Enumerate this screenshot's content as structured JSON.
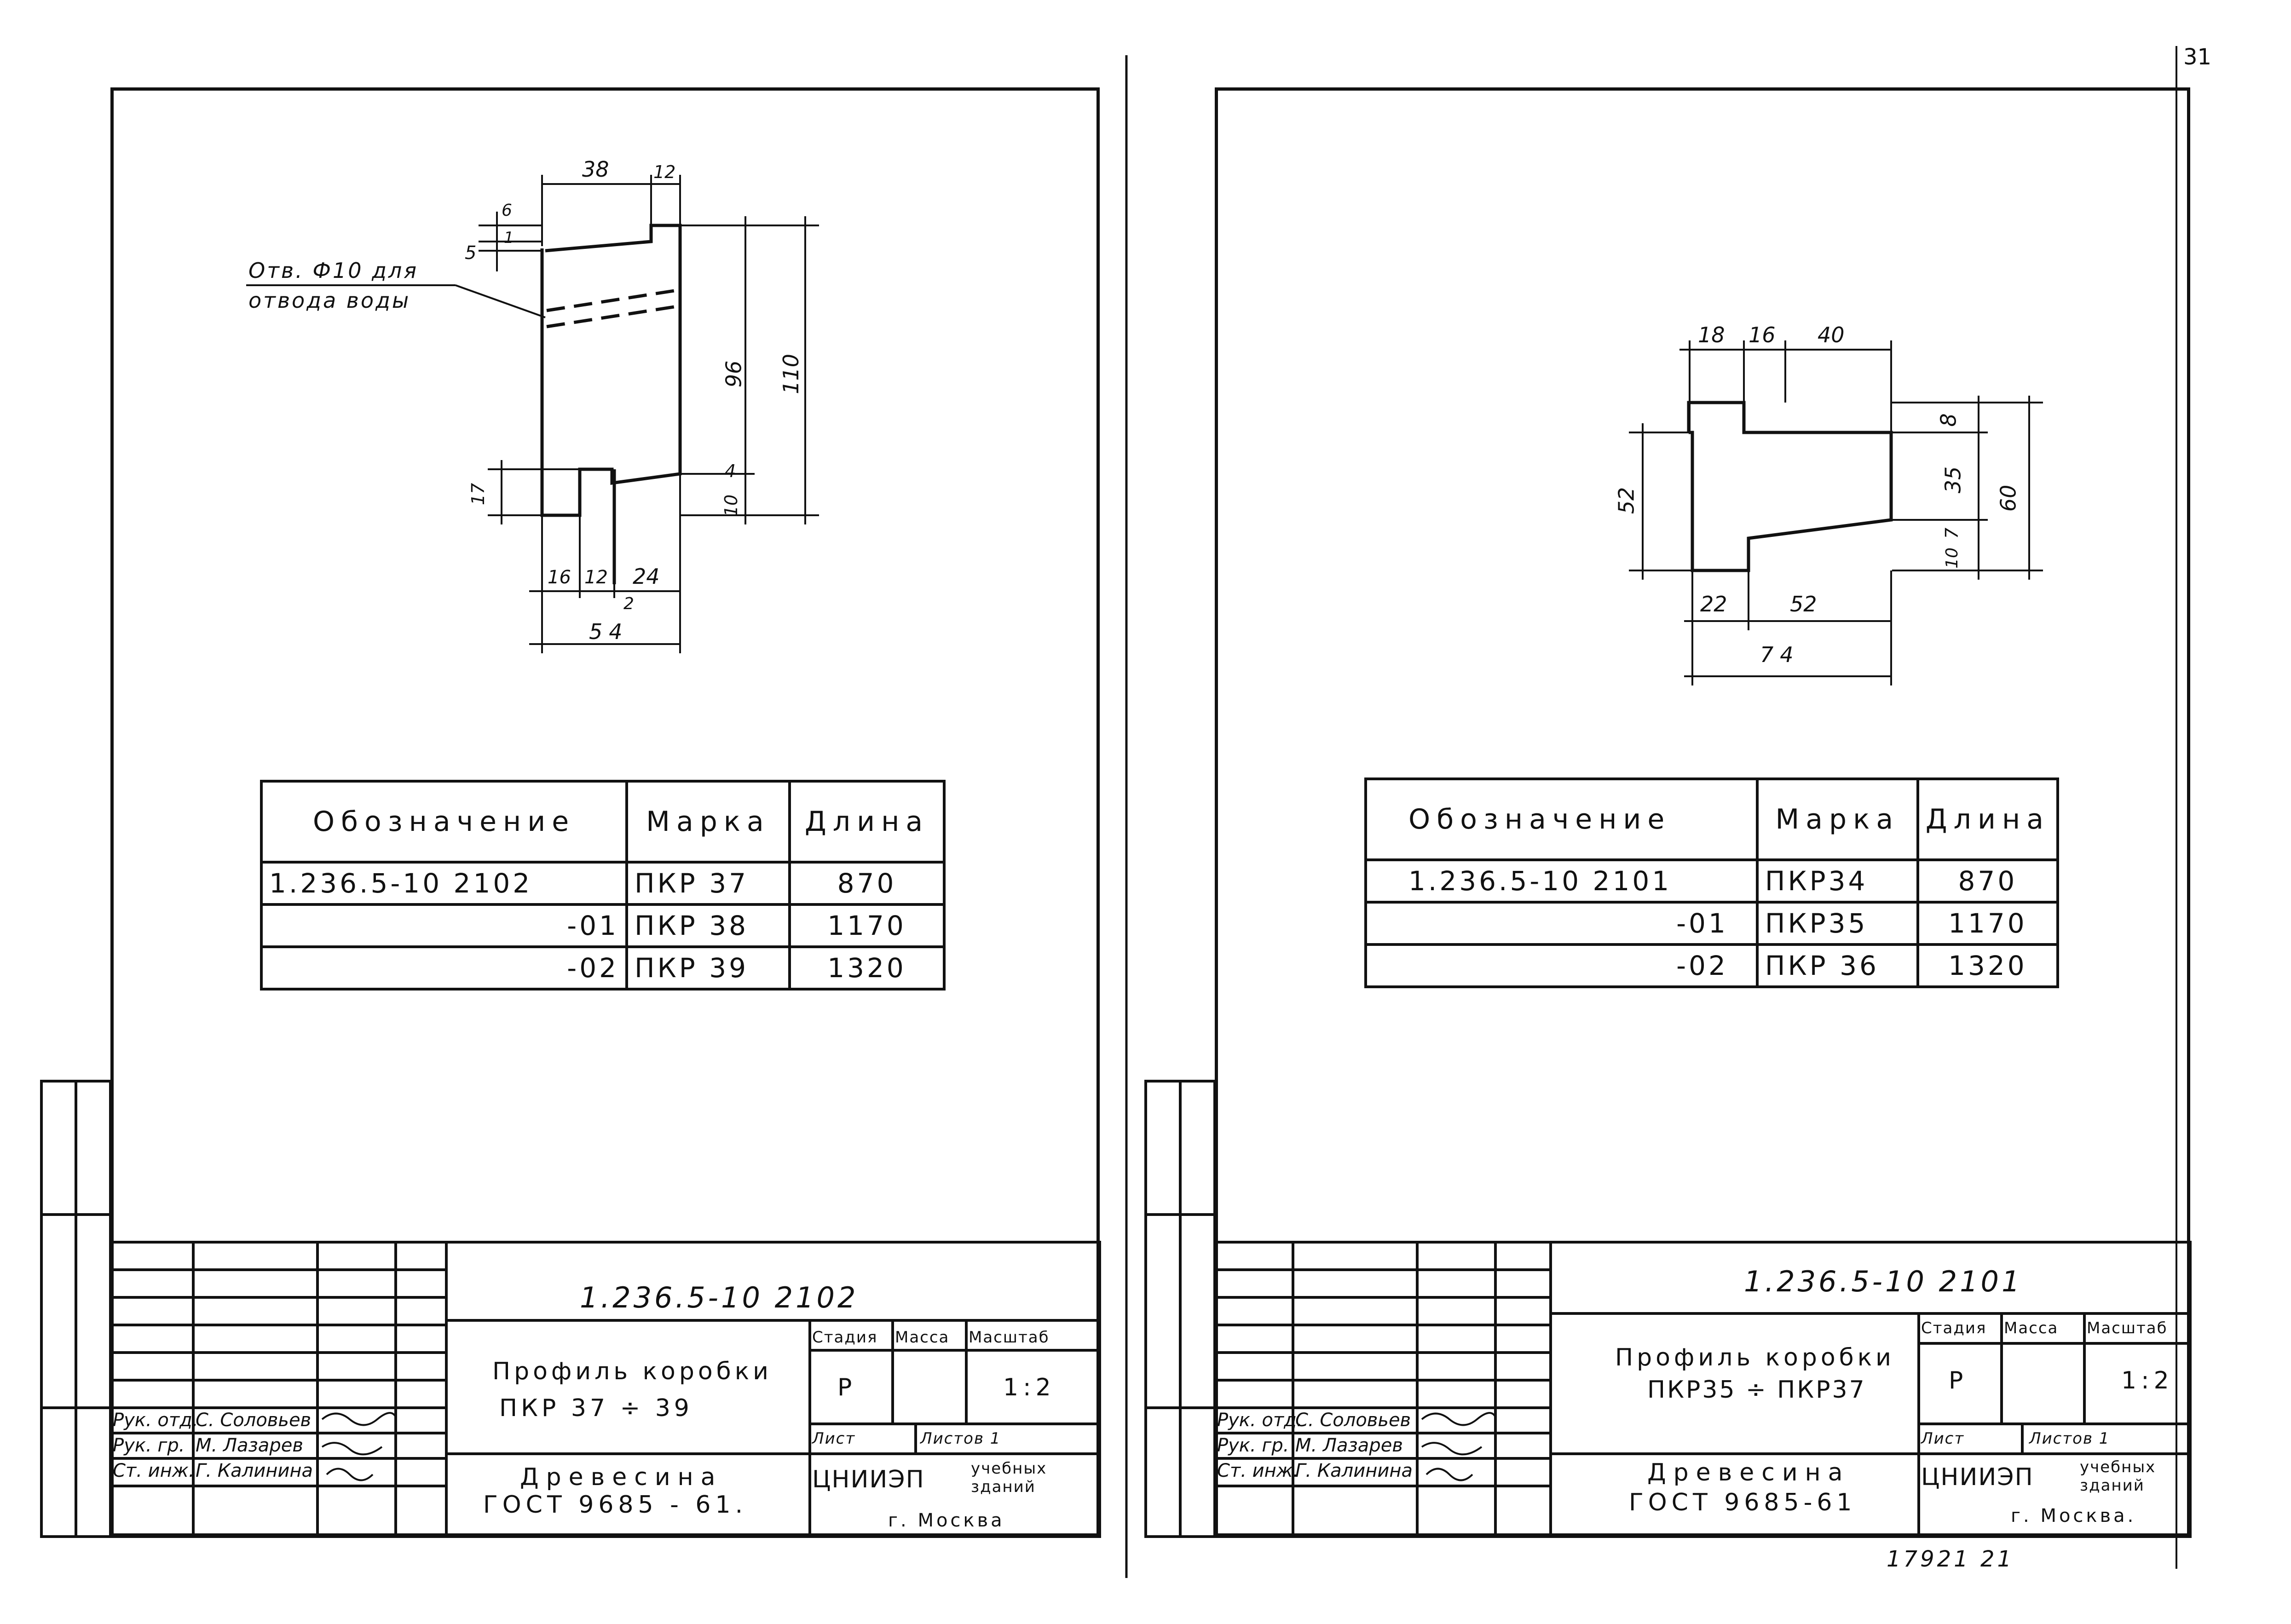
{
  "page_number": "31",
  "footer_stamp": "17921  21",
  "left_sheet": {
    "note_line1": "Отв. Ф10 для",
    "note_line2": "отвода воды",
    "dims": {
      "top_a": "38",
      "top_b": "12",
      "small_6": "6",
      "small_5": "5",
      "small_1": "1",
      "v_96": "96",
      "v_110": "110",
      "v_4": "4",
      "v_10": "10",
      "v_17": "17",
      "bot_16": "16",
      "bot_12": "12",
      "bot_24": "24",
      "bot_2": "2",
      "total": "54"
    },
    "table": {
      "headers": [
        "Обозначение",
        "Марка",
        "Длина"
      ],
      "rows": [
        {
          "designation": "1.236.5-10    2102",
          "mark": "ПКР 37",
          "length": "870"
        },
        {
          "designation": "-01",
          "mark": "ПКР 38",
          "length": "1170"
        },
        {
          "designation": "-02",
          "mark": "ПКР 39",
          "length": "1320"
        }
      ]
    },
    "title_block": {
      "doc_code": "1.236.5-10   2102",
      "title_line1": "Профиль коробки",
      "title_line2": "ПКР 37 ÷ 39",
      "material_line1": "Древесина",
      "material_line2": "ГОСТ 9685 - 61.",
      "stage_label": "Стадия",
      "mass_label": "Масса",
      "scale_label": "Масштаб",
      "stage_value": "Р",
      "scale_value": "1:2",
      "sheet_label": "Лист",
      "sheets_label": "Листов 1",
      "org": "ЦНИИЭП",
      "org_sub1": "учебных",
      "org_sub2": "зданий",
      "city": "г. Москва",
      "roles": [
        "Рук. отд.",
        "Рук. гр.",
        "Ст. инж."
      ],
      "names": [
        "С. Соловьев",
        "М. Лазарев",
        "Г. Калинина"
      ]
    }
  },
  "right_sheet": {
    "dims": {
      "top_18": "18",
      "top_16": "16",
      "top_40": "40",
      "v_52": "52",
      "v_8": "8",
      "v_35": "35",
      "v_60": "60",
      "v_7": "7",
      "v_10": "10",
      "bot_22": "22",
      "bot_52": "52",
      "total": "74"
    },
    "table": {
      "headers": [
        "Обозначение",
        "Марка",
        "Длина"
      ],
      "rows": [
        {
          "designation": "1.236.5-10   2101",
          "mark": "ПКР34",
          "length": "870"
        },
        {
          "designation": "-01",
          "mark": "ПКР35",
          "length": "1170"
        },
        {
          "designation": "-02",
          "mark": "ПКР 36",
          "length": "1320"
        }
      ]
    },
    "title_block": {
      "doc_code": "1.236.5-10   2101",
      "title_line1": "Профиль коробки",
      "title_line2": "ПКР35 ÷ ПКР37",
      "material_line1": "Древесина",
      "material_line2": "ГОСТ 9685-61",
      "stage_label": "Стадия",
      "mass_label": "Масса",
      "scale_label": "Масштаб",
      "stage_value": "Р",
      "scale_value": "1:2",
      "sheet_label": "Лист",
      "sheets_label": "Листов 1",
      "org": "ЦНИИЭП",
      "org_sub1": "учебных",
      "org_sub2": "зданий",
      "city": "г. Москва.",
      "roles": [
        "Рук. отд.",
        "Рук. гр.",
        "Ст. инж."
      ],
      "names": [
        "С. Соловьев",
        "М. Лазарев",
        "Г. Калинина"
      ]
    }
  }
}
